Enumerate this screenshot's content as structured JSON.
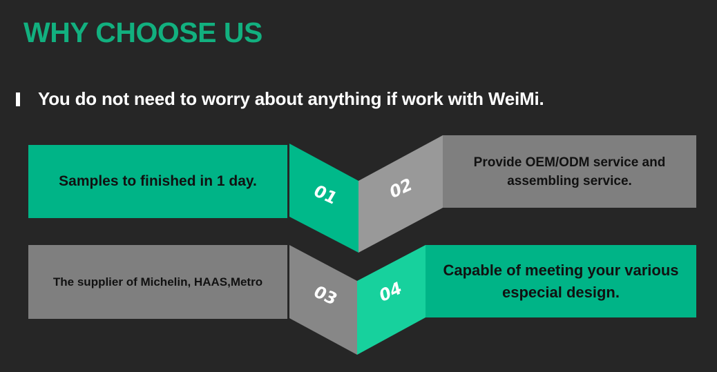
{
  "header": {
    "title": "WHY CHOOSE US",
    "subtitle": "You do not need to worry about anything if work with WeiMi."
  },
  "items": [
    {
      "number": "01",
      "text": "Samples to finished in 1 day.",
      "color": "#00b487"
    },
    {
      "number": "02",
      "text": "Provide OEM/ODM service and assembling service.",
      "color": "#7f7f7f"
    },
    {
      "number": "03",
      "text": "The supplier of Michelin, HAAS,Metro",
      "color": "#7f7f7f"
    },
    {
      "number": "04",
      "text": "Capable of meeting your various especial design.",
      "color": "#00b487"
    }
  ],
  "colors": {
    "background": "#262626",
    "accent_green": "#12b07f",
    "panel_green_dark": "#00b98a",
    "panel_green_light": "#17d19d",
    "panel_grey_light": "#999999",
    "panel_grey": "#7f7f7f"
  }
}
